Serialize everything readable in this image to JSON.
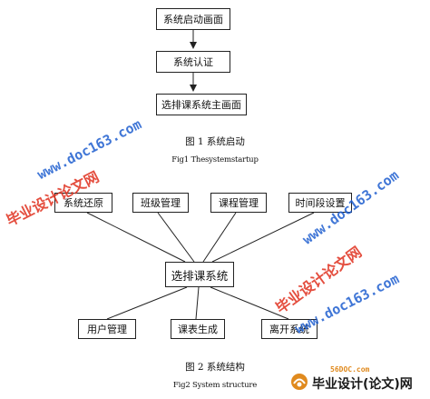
{
  "figure1": {
    "nodes": [
      "系统启动画面",
      "系统认证",
      "选排课系统主画面"
    ],
    "caption_cn": "图 1  系统启动",
    "caption_en": "Fig1 Thesystemstartup"
  },
  "figure2": {
    "center": "选排课系统",
    "top_nodes": [
      "系统还原",
      "班级管理",
      "课程管理",
      "时间段设置"
    ],
    "bottom_nodes": [
      "用户管理",
      "课表生成",
      "离开系统"
    ],
    "caption_cn": "图 2  系统结构",
    "caption_en": "Fig2 System structure"
  },
  "watermarks": {
    "cn": "毕业设计论文网",
    "url": "www.doc163.com"
  },
  "footer": {
    "site": "56DOC.com",
    "brand": "毕业设计(论文)网"
  },
  "colors": {
    "line": "#222222",
    "watermark_red": "#e0301e",
    "watermark_blue": "#1f5fd0"
  }
}
